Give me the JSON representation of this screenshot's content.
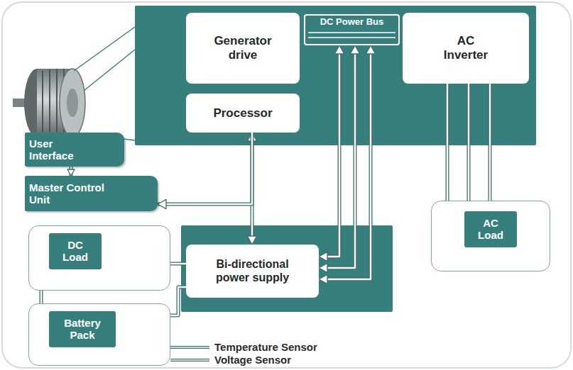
{
  "diagram": {
    "nodes": [
      {
        "text": [
          "Generator drive"
        ]
      },
      {
        "text": [
          "DC Power Bus"
        ]
      },
      {
        "text": [
          "AC Inverter"
        ]
      },
      {
        "text": [
          "Processor"
        ]
      },
      {
        "text": [
          "User Interface"
        ]
      },
      {
        "text": [
          "Master Control Unit"
        ]
      },
      {
        "text": [
          "DC Load"
        ]
      },
      {
        "text": [
          "Bi-directional power supply"
        ]
      },
      {
        "text": [
          "AC Load"
        ]
      },
      {
        "text": [
          "Battery Pack"
        ]
      }
    ],
    "edges": [
      {
        "from": 4,
        "to": 5,
        "arrow": "to"
      },
      {
        "from": 3,
        "to": 7,
        "arrow": "both"
      },
      {
        "from": 3,
        "to": 5,
        "arrow": "to"
      },
      {
        "from": 7,
        "to": 1,
        "arrow": "both"
      },
      {
        "from": 7,
        "to": 1,
        "arrow": "both"
      },
      {
        "from": 7,
        "to": 1,
        "arrow": "both"
      },
      {
        "from": 2,
        "to": 8,
        "arrow": "none"
      },
      {
        "from": 2,
        "to": 8,
        "arrow": "none"
      },
      {
        "from": 2,
        "to": 8,
        "arrow": "none"
      },
      {
        "from": 6,
        "to": 7,
        "arrow": "none"
      },
      {
        "from": 9,
        "to": 7,
        "arrow": "none"
      },
      {
        "from": 6,
        "to": 9,
        "arrow": "none"
      }
    ],
    "labels": [
      "Temperature Sensor",
      "Voltage Sensor"
    ]
  }
}
